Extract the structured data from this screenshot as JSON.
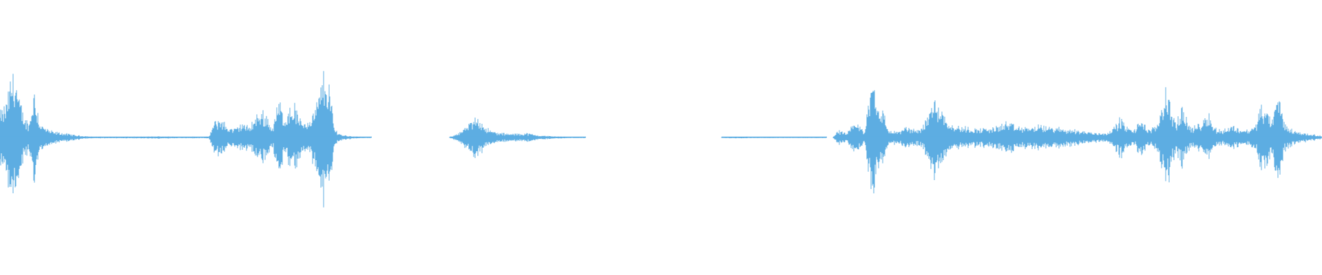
{
  "waveform": {
    "color": "#5DADE2",
    "background": "#ffffff",
    "amplitude_envelope": [
      [
        0.0,
        0.34
      ],
      [
        0.004,
        0.42
      ],
      [
        0.008,
        0.78
      ],
      [
        0.011,
        0.95
      ],
      [
        0.014,
        0.55
      ],
      [
        0.018,
        0.3
      ],
      [
        0.022,
        0.18
      ],
      [
        0.026,
        0.68
      ],
      [
        0.03,
        0.2
      ],
      [
        0.035,
        0.12
      ],
      [
        0.04,
        0.08
      ],
      [
        0.048,
        0.06
      ],
      [
        0.058,
        0.03
      ],
      [
        0.07,
        0.01
      ],
      [
        0.09,
        0.01
      ],
      [
        0.105,
        0.01
      ],
      [
        0.122,
        0.015
      ],
      [
        0.135,
        0.01
      ],
      [
        0.15,
        0.01
      ],
      [
        0.158,
        0.01
      ],
      [
        0.162,
        0.2
      ],
      [
        0.167,
        0.27
      ],
      [
        0.172,
        0.14
      ],
      [
        0.178,
        0.12
      ],
      [
        0.183,
        0.2
      ],
      [
        0.188,
        0.14
      ],
      [
        0.193,
        0.27
      ],
      [
        0.198,
        0.36
      ],
      [
        0.202,
        0.3
      ],
      [
        0.206,
        0.12
      ],
      [
        0.211,
        0.52
      ],
      [
        0.215,
        0.28
      ],
      [
        0.219,
        0.4
      ],
      [
        0.223,
        0.44
      ],
      [
        0.227,
        0.24
      ],
      [
        0.232,
        0.22
      ],
      [
        0.236,
        0.3
      ],
      [
        0.24,
        0.48
      ],
      [
        0.245,
        0.88
      ],
      [
        0.249,
        0.72
      ],
      [
        0.253,
        0.12
      ],
      [
        0.258,
        0.04
      ],
      [
        0.265,
        0.02
      ],
      [
        0.272,
        0.01
      ],
      [
        0.282,
        0.0
      ],
      [
        0.34,
        0.0
      ],
      [
        0.344,
        0.04
      ],
      [
        0.35,
        0.1
      ],
      [
        0.356,
        0.2
      ],
      [
        0.361,
        0.3
      ],
      [
        0.365,
        0.2
      ],
      [
        0.37,
        0.1
      ],
      [
        0.378,
        0.06
      ],
      [
        0.388,
        0.05
      ],
      [
        0.398,
        0.06
      ],
      [
        0.408,
        0.03
      ],
      [
        0.42,
        0.015
      ],
      [
        0.435,
        0.005
      ],
      [
        0.445,
        0.0
      ],
      [
        0.545,
        0.0
      ],
      [
        0.55,
        0.01
      ],
      [
        0.565,
        0.01
      ],
      [
        0.578,
        0.005
      ],
      [
        0.585,
        0.005
      ],
      [
        0.606,
        0.005
      ],
      [
        0.63,
        0.0
      ],
      [
        0.634,
        0.1
      ],
      [
        0.64,
        0.05
      ],
      [
        0.648,
        0.22
      ],
      [
        0.654,
        0.06
      ],
      [
        0.66,
        0.95
      ],
      [
        0.664,
        0.45
      ],
      [
        0.668,
        0.36
      ],
      [
        0.672,
        0.1
      ],
      [
        0.68,
        0.08
      ],
      [
        0.686,
        0.15
      ],
      [
        0.692,
        0.1
      ],
      [
        0.697,
        0.14
      ],
      [
        0.703,
        0.36
      ],
      [
        0.707,
        0.55
      ],
      [
        0.712,
        0.4
      ],
      [
        0.717,
        0.24
      ],
      [
        0.722,
        0.16
      ],
      [
        0.73,
        0.14
      ],
      [
        0.74,
        0.12
      ],
      [
        0.748,
        0.13
      ],
      [
        0.756,
        0.16
      ],
      [
        0.762,
        0.22
      ],
      [
        0.768,
        0.15
      ],
      [
        0.776,
        0.14
      ],
      [
        0.786,
        0.16
      ],
      [
        0.796,
        0.14
      ],
      [
        0.806,
        0.12
      ],
      [
        0.816,
        0.1
      ],
      [
        0.826,
        0.07
      ],
      [
        0.836,
        0.06
      ],
      [
        0.842,
        0.12
      ],
      [
        0.848,
        0.28
      ],
      [
        0.852,
        0.14
      ],
      [
        0.858,
        0.1
      ],
      [
        0.864,
        0.28
      ],
      [
        0.868,
        0.1
      ],
      [
        0.874,
        0.14
      ],
      [
        0.878,
        0.38
      ],
      [
        0.882,
        0.7
      ],
      [
        0.886,
        0.4
      ],
      [
        0.89,
        0.18
      ],
      [
        0.894,
        0.42
      ],
      [
        0.898,
        0.24
      ],
      [
        0.902,
        0.12
      ],
      [
        0.906,
        0.18
      ],
      [
        0.91,
        0.24
      ],
      [
        0.914,
        0.36
      ],
      [
        0.918,
        0.14
      ],
      [
        0.924,
        0.1
      ],
      [
        0.932,
        0.16
      ],
      [
        0.938,
        0.12
      ],
      [
        0.945,
        0.1
      ],
      [
        0.95,
        0.18
      ],
      [
        0.954,
        0.46
      ],
      [
        0.958,
        0.35
      ],
      [
        0.962,
        0.24
      ],
      [
        0.967,
        0.6
      ],
      [
        0.972,
        0.18
      ],
      [
        0.978,
        0.1
      ],
      [
        0.986,
        0.06
      ],
      [
        0.994,
        0.04
      ],
      [
        1.0,
        0.02
      ]
    ]
  }
}
